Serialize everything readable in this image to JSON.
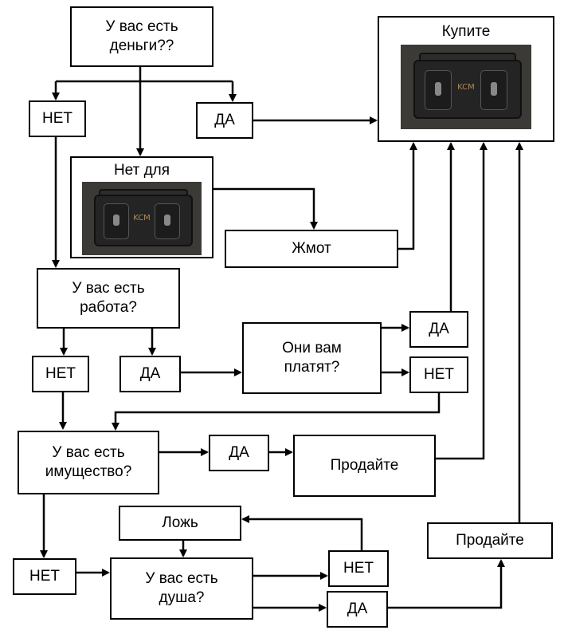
{
  "nodes": {
    "money_q": "У вас есть деньги??",
    "no_1": "НЕТ",
    "yes_1": "ДА",
    "buy": "Купите",
    "not_for": "Нет для",
    "miser": "Жмот",
    "job_q": "У вас есть работа?",
    "no_2": "НЕТ",
    "yes_2": "ДА",
    "paid_q": "Они вам платят?",
    "yes_3": "ДА",
    "no_3": "НЕТ",
    "property_q": "У вас есть имущество?",
    "yes_4": "ДА",
    "sell_1": "Продайте",
    "lie": "Ложь",
    "no_4": "НЕТ",
    "soul_q": "У вас есть душа?",
    "no_5": "НЕТ",
    "yes_5": "ДА",
    "sell_2": "Продайте"
  },
  "images": {
    "buy_image": "kcm-case-photo",
    "not_for_image": "kcm-case-photo",
    "logo_text": "KCM"
  }
}
